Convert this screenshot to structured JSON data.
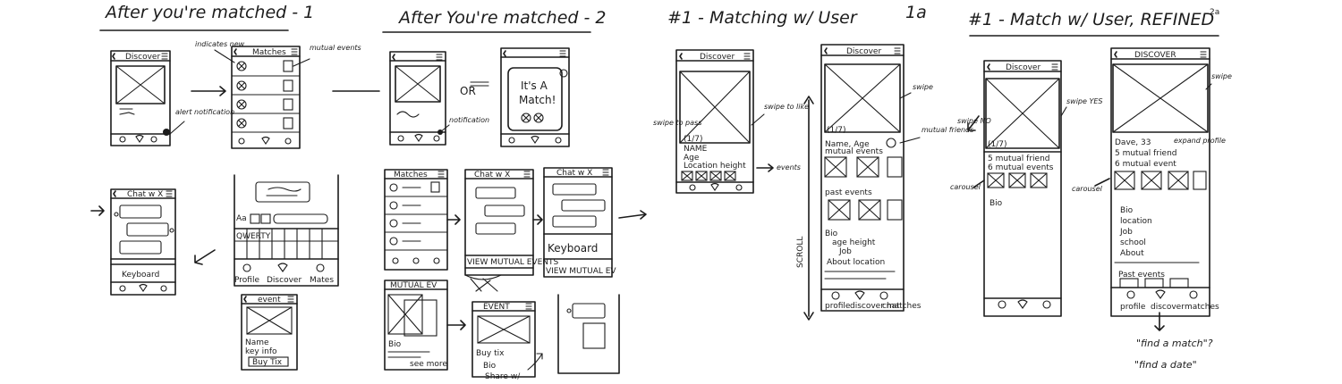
{
  "sections": {
    "s1_title": "After you're matched - 1",
    "s2_title": "After You're matched - 2",
    "s3_title": "#1 - Matching w/ User",
    "s3_tag": "1a",
    "s4_title": "#1 - Match w/ User, REFINED",
    "s4_tag": "2a"
  },
  "s1": {
    "discover_header": "Discover",
    "matches_header": "Matches",
    "note_indicates_new": "indicates new",
    "note_mutual_events": "mutual events",
    "note_alert": "alert notification",
    "chat_header": "Chat w X",
    "keyboard_label": "Keyboard",
    "keys_row": "QWERTY",
    "kb_mode": "Aa",
    "nav_profile": "Profile",
    "nav_discover": "Discover",
    "nav_matches": "Mates",
    "event_header": "event",
    "event_name": "Name",
    "event_key_info": "key info",
    "event_buy": "Buy Tix"
  },
  "s2": {
    "or_label": "OR",
    "its_a_match": "It's A Match!",
    "note_notification": "notification",
    "matches_header": "Matches",
    "chat_header": "Chat w X",
    "chat_header2": "Chat w X",
    "keyboard_label": "Keyboard",
    "view_mutual": "VIEW MUTUAL EVENTS",
    "view_mutual2": "VIEW MUTUAL EV",
    "mutual_ev_header": "MUTUAL EV",
    "bio_label": "Bio",
    "see_more": "see more",
    "event_header": "EVENT",
    "buy_tix": "Buy tix",
    "bio2": "Bio",
    "share_w": "Share w/"
  },
  "s3": {
    "discover1": "Discover",
    "discover2": "Discover",
    "counter": "(1/7)",
    "counter2": "(1/7)",
    "name": "NAME",
    "age": "Age",
    "location_height": "Location height",
    "note_swipe_pass": "swipe to pass",
    "note_swipe_like": "swipe to like",
    "note_events": "events",
    "note_swipe": "swipe",
    "name_age": "Name, Age",
    "mutual_friends_note": "mutual friends",
    "mutual_events": "mutual events",
    "past_events": "past events",
    "bio": "Bio",
    "age_height": "age height",
    "job": "Job",
    "about_location": "About location",
    "scroll": "SCROLL",
    "nav_profile": "profile",
    "nav_discover": "discover matches",
    "nav_chat": "chat"
  },
  "s4": {
    "discover1": "Discover",
    "discover2": "DISCOVER",
    "counter": "(1/7)",
    "swipe_yes": "swipe YES",
    "swipe_no": "swipe NO",
    "swipe_note": "swipe",
    "mutual_friend": "5 mutual friend",
    "mutual_events": "6 mutual events",
    "carousel": "carousel",
    "carousel2": "carousel",
    "bio": "Bio",
    "dave": "Dave, 33",
    "expand_note": "expand profile",
    "mutual_friend2": "5 mutual friend",
    "mutual_event2": "6 mutual event",
    "bio2": "Bio",
    "location": "location",
    "job": "Job",
    "school": "school",
    "about": "About",
    "past_events": "Past events",
    "nav_profile": "profile",
    "nav_discover": "discover",
    "nav_matches": "matches",
    "find_match": "\"find a match\"?",
    "find_date": "\"find a date\""
  }
}
